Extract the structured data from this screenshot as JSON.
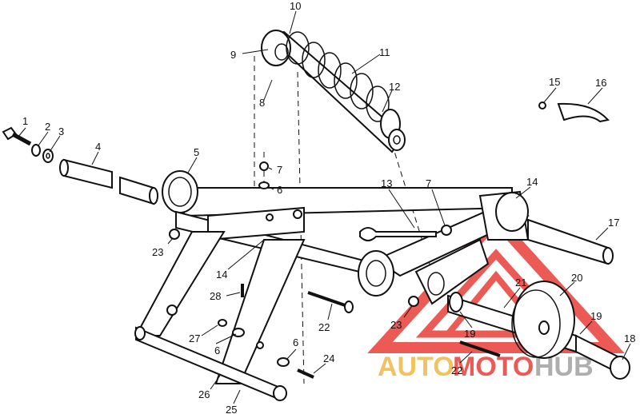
{
  "callouts": [
    "1",
    "2",
    "3",
    "4",
    "5",
    "6",
    "6",
    "6",
    "7",
    "7",
    "8",
    "9",
    "10",
    "11",
    "12",
    "13",
    "14",
    "14",
    "15",
    "16",
    "17",
    "18",
    "19",
    "19",
    "20",
    "21",
    "22",
    "22",
    "23",
    "23",
    "24",
    "25",
    "26",
    "27",
    "28"
  ],
  "watermark": {
    "part1": "AUTO",
    "part2": "MOTO",
    "part3": "HUB",
    "color_orange": "#f0b33a",
    "color_red": "#e8322c",
    "color_gray": "#9a9a9a"
  }
}
